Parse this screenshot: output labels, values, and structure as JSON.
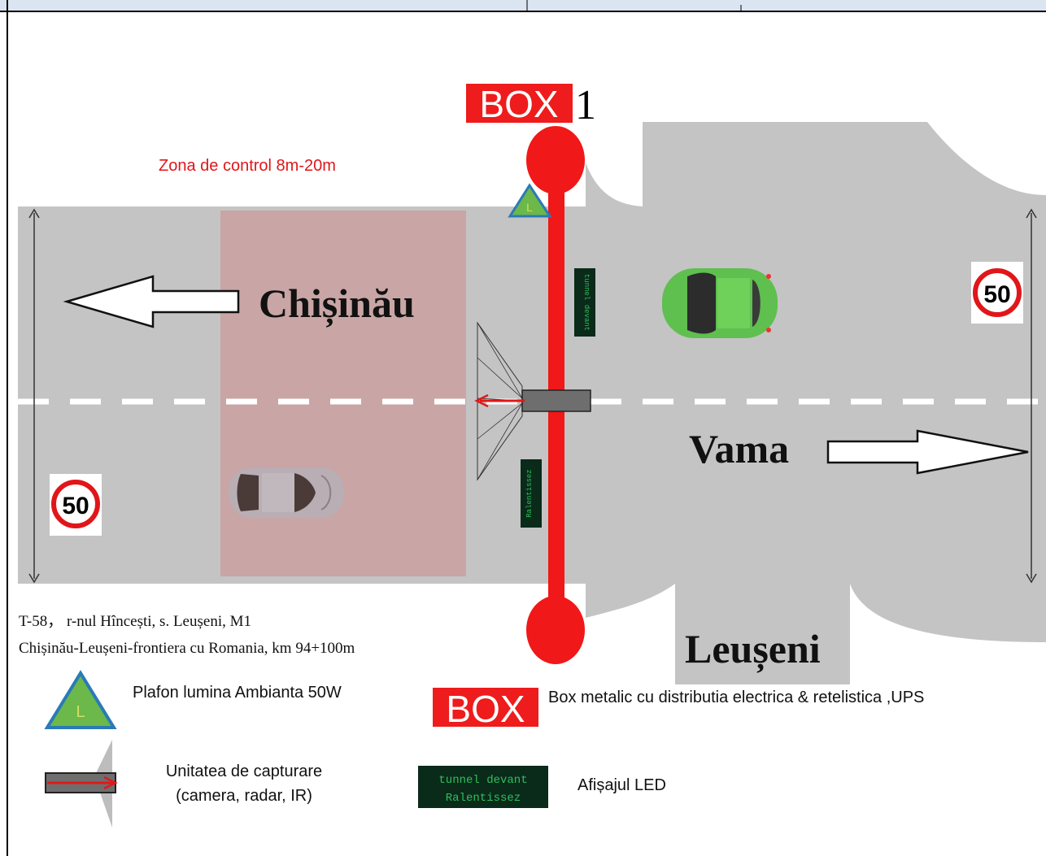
{
  "box_label": "BOX",
  "box_number": "1",
  "zone_label": "Zona de control 8m-20m",
  "speed_limit": "50",
  "light_symbol": "L",
  "direction_left": "Chișinău",
  "direction_right": "Vama",
  "location_name": "Leușeni",
  "address_line1": "T-58， r-nul Hîncești, s. Leușeni, M1",
  "address_line2": "Chișinău-Leușeni-frontiera cu Romania, km 94+100m",
  "led_text_line1": "tunnel devant",
  "led_text_line2": "Ralentissez",
  "legend": {
    "light": "Plafon lumina Ambianta 50W",
    "box": "Box metalic  cu distributia electrica & retelistica ,UPS",
    "capture_line1": "Unitatea de capturare",
    "capture_line2": "(camera, radar, IR)",
    "led": "Afișajul LED"
  },
  "colors": {
    "road": "#c4c4c4",
    "zone": "#c9a5a5",
    "pole": "#f01818",
    "box_bg": "#ee1c1c",
    "car_green": "#5fbf4f",
    "led_bg": "#0a2a1a",
    "led_text": "#2ec05a"
  }
}
